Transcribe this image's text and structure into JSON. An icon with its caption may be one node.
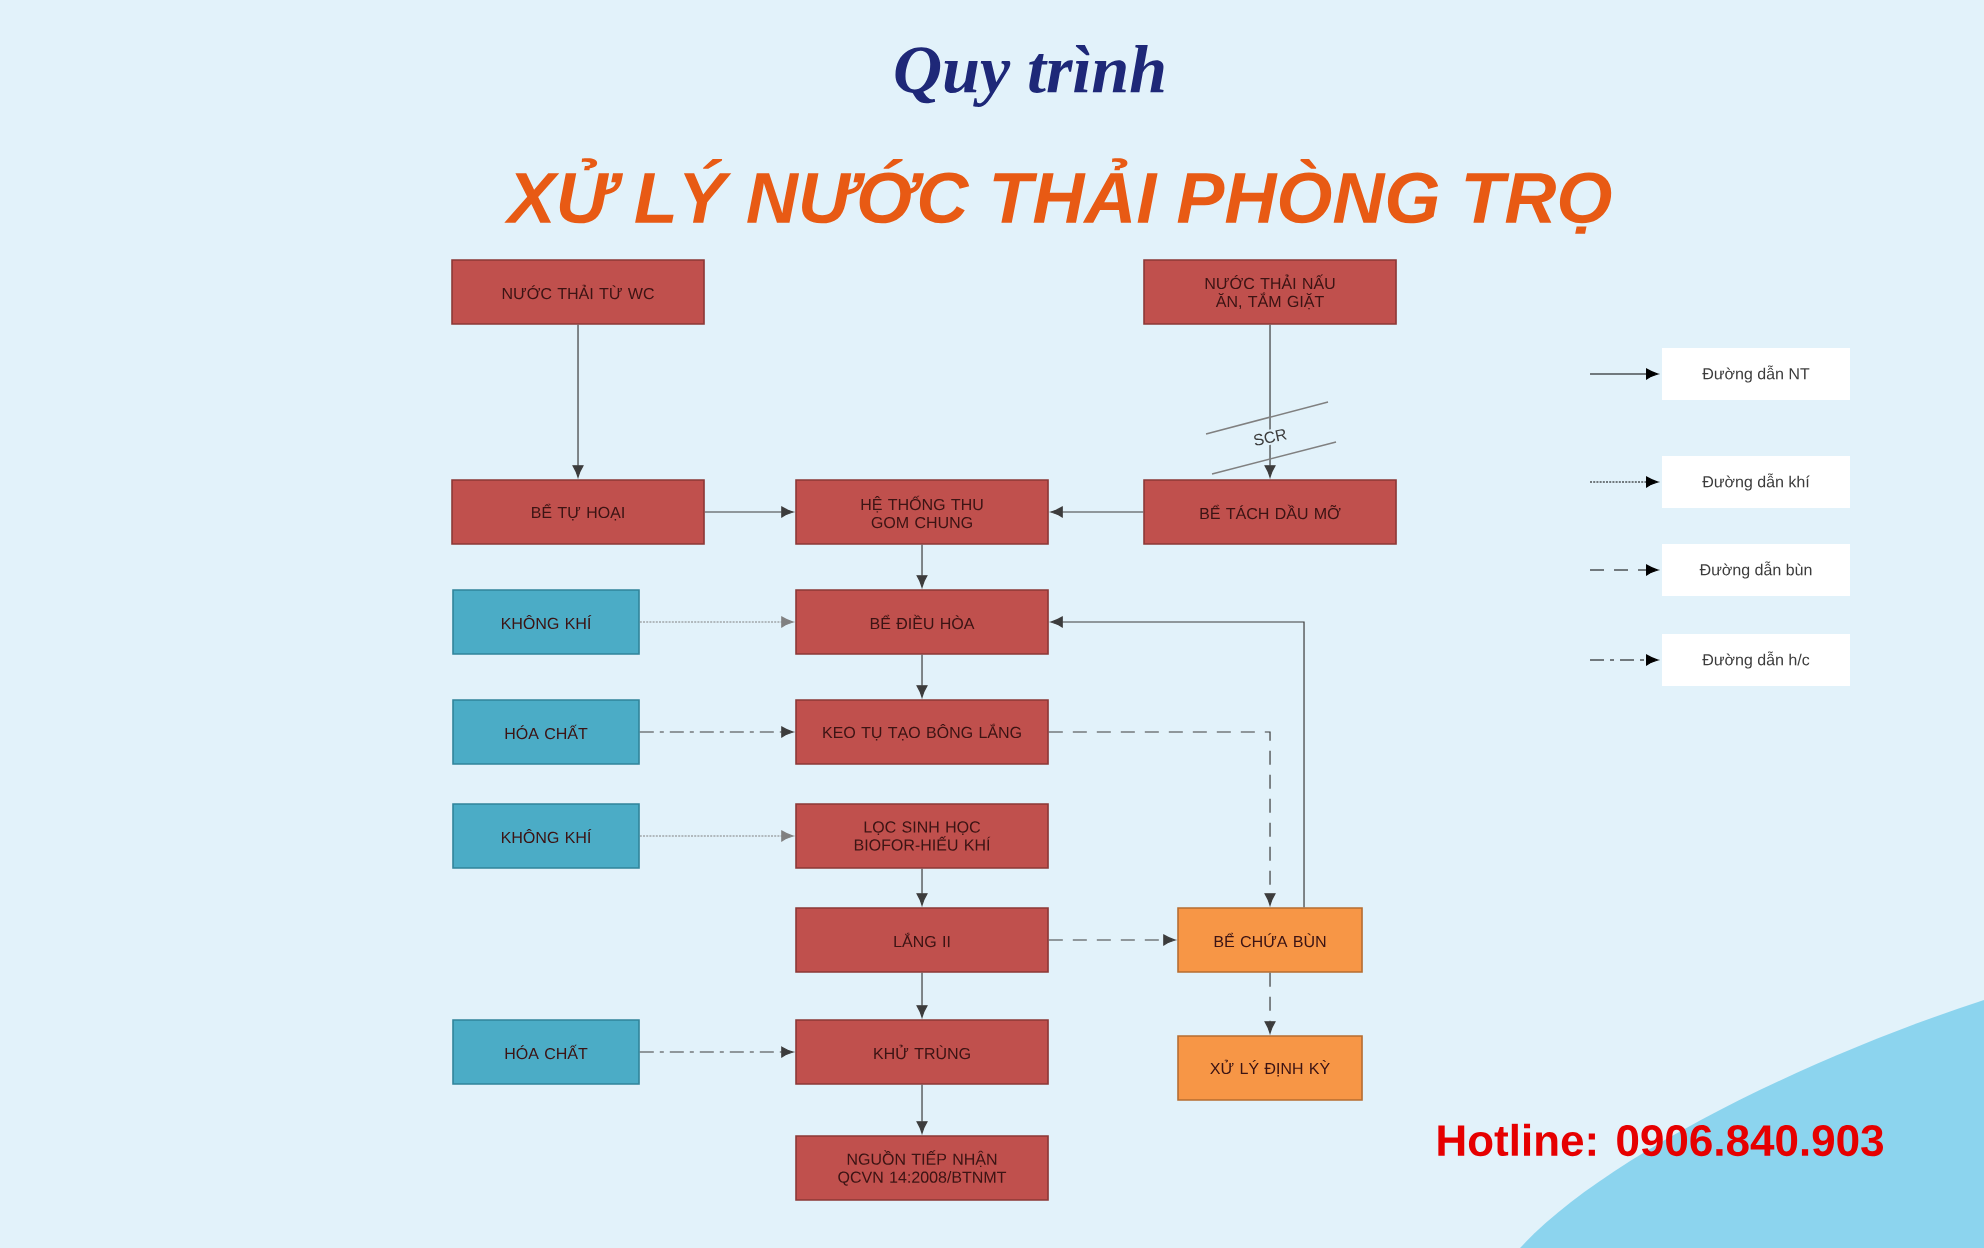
{
  "diagram": {
    "title": "XỬ LÝ NƯỚC THẢI PHÒNG TRỌ",
    "nodes": [
      {
        "text": [
          "NƯỚC THẢI TỪ WC"
        ]
      },
      {
        "text": [
          "NƯỚC THẢI NẤU ĂN, TẮM GIẶT"
        ]
      },
      {
        "text": [
          "BỂ TỰ HOẠI"
        ]
      },
      {
        "text": [
          "HỆ THỐNG THU GOM CHUNG"
        ]
      },
      {
        "text": [
          "BỂ TÁCH DẦU MỠ"
        ]
      },
      {
        "text": [
          "KHÔNG KHÍ"
        ]
      },
      {
        "text": [
          "BỂ ĐIỀU HÒA"
        ]
      },
      {
        "text": [
          "HÓA CHẤT"
        ]
      },
      {
        "text": [
          "KEO TỤ TẠO BÔNG LẮNG"
        ]
      },
      {
        "text": [
          "KHÔNG KHÍ"
        ]
      },
      {
        "text": [
          "LỌC SINH HỌC BIOFOR-HIẾU KHÍ"
        ]
      },
      {
        "text": [
          "LẮNG II"
        ]
      },
      {
        "text": [
          "BỂ CHỨA BÙN"
        ]
      },
      {
        "text": [
          "HÓA CHẤT"
        ]
      },
      {
        "text": [
          "KHỬ TRÙNG"
        ]
      },
      {
        "text": [
          "XỬ LÝ ĐỊNH KỲ"
        ]
      },
      {
        "text": [
          "NGUỒN TIẾP NHẬN QCVN 14:2008/BTNMT"
        ]
      }
    ],
    "edges": [
      {
        "from": 0,
        "to": 2,
        "arrow": "to"
      },
      {
        "from": 1,
        "to": 4,
        "arrow": "to",
        "label": "SCR"
      },
      {
        "from": 2,
        "to": 3,
        "arrow": "to"
      },
      {
        "from": 4,
        "to": 3,
        "arrow": "to"
      },
      {
        "from": 3,
        "to": 6,
        "arrow": "to"
      },
      {
        "from": 5,
        "to": 6,
        "arrow": "to",
        "style": "dashed",
        "color": "#808080"
      },
      {
        "from": 6,
        "to": 8,
        "arrow": "to"
      },
      {
        "from": 7,
        "to": 8,
        "arrow": "to",
        "style": "dashed"
      },
      {
        "from": 8,
        "to": 12,
        "arrow": "to",
        "style": "dashed"
      },
      {
        "from": 9,
        "to": 10,
        "arrow": "to",
        "style": "dashed",
        "color": "#808080"
      },
      {
        "from": 10,
        "to": 11,
        "arrow": "to"
      },
      {
        "from": 11,
        "to": 12,
        "arrow": "to",
        "style": "dashed"
      },
      {
        "from": 11,
        "to": 14,
        "arrow": "to"
      },
      {
        "from": 12,
        "to": 6,
        "arrow": "to"
      },
      {
        "from": 13,
        "to": 14,
        "arrow": "to",
        "style": "dashed"
      },
      {
        "from": 14,
        "to": 16,
        "arrow": "to"
      },
      {
        "from": 12,
        "to": 15,
        "arrow": "to",
        "style": "dashed"
      }
    ],
    "labels": [
      "Quy trình",
      "Hotline: 0906.840.903"
    ],
    "legend": [
      {
        "text": "Đường dẫn NT"
      },
      {
        "text": "Đường dẫn khí"
      },
      {
        "text": "Đường dẫn bùn"
      },
      {
        "text": "Đường dẫn h/c"
      }
    ]
  }
}
